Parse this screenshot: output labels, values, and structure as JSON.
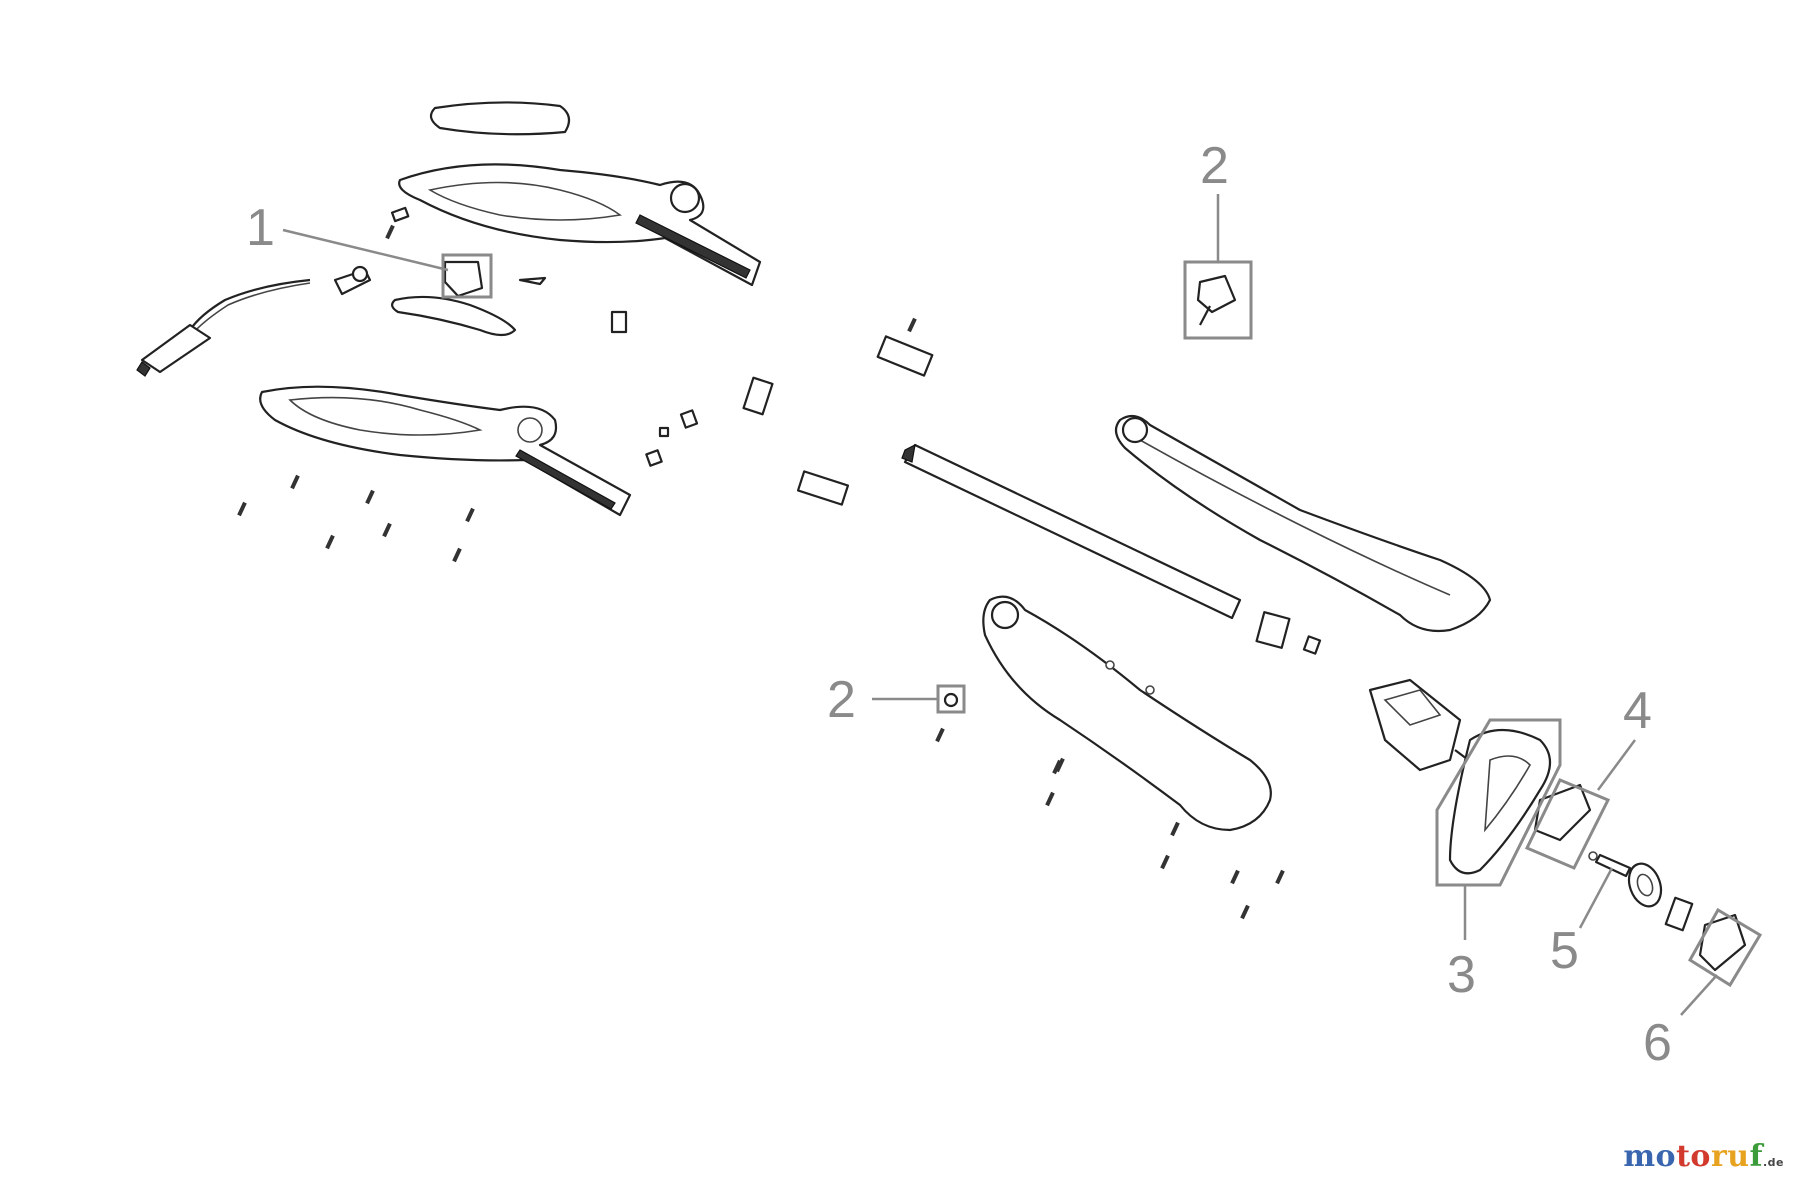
{
  "callouts": [
    {
      "id": "c1",
      "label": "1"
    },
    {
      "id": "c2a",
      "label": "2"
    },
    {
      "id": "c2b",
      "label": "2"
    },
    {
      "id": "c3",
      "label": "3"
    },
    {
      "id": "c4",
      "label": "4"
    },
    {
      "id": "c5",
      "label": "5"
    },
    {
      "id": "c6",
      "label": "6"
    }
  ],
  "watermark": {
    "part1": "mo",
    "part2": "to",
    "part3": "ru",
    "part4": "f",
    "suffix": ".de"
  },
  "colors": {
    "callout": "#8a8a8a",
    "line": "#222222",
    "wm_blue": "#3a66b0",
    "wm_red": "#d23a2e",
    "wm_orange": "#e7a21f",
    "wm_green": "#3c9b3a"
  }
}
